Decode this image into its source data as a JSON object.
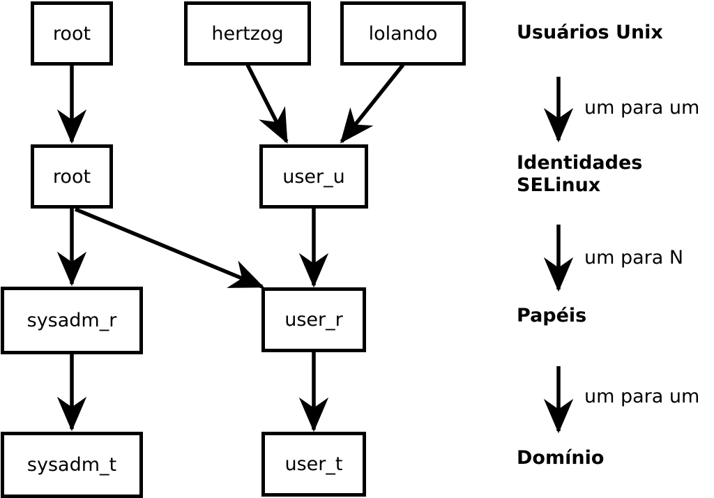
{
  "diagram": {
    "title": "SELinux user / role / domain mapping",
    "background_color": "#ffffff",
    "stroke_color": "#000000",
    "nodes": [
      {
        "id": "unix-root",
        "label": "root",
        "layer": "unix-users"
      },
      {
        "id": "unix-hertzog",
        "label": "hertzog",
        "layer": "unix-users"
      },
      {
        "id": "unix-lolando",
        "label": "lolando",
        "layer": "unix-users"
      },
      {
        "id": "id-root",
        "label": "root",
        "layer": "selinux-identities"
      },
      {
        "id": "id-user_u",
        "label": "user_u",
        "layer": "selinux-identities"
      },
      {
        "id": "role-sysadm",
        "label": "sysadm_r",
        "layer": "roles"
      },
      {
        "id": "role-user",
        "label": "user_r",
        "layer": "roles"
      },
      {
        "id": "dom-sysadm",
        "label": "sysadm_t",
        "layer": "domains"
      },
      {
        "id": "dom-user",
        "label": "user_t",
        "layer": "domains"
      }
    ],
    "edges": [
      {
        "from": "unix-root",
        "to": "id-root"
      },
      {
        "from": "unix-hertzog",
        "to": "id-user_u"
      },
      {
        "from": "unix-lolando",
        "to": "id-user_u"
      },
      {
        "from": "id-root",
        "to": "role-sysadm"
      },
      {
        "from": "id-root",
        "to": "role-user"
      },
      {
        "from": "id-user_u",
        "to": "role-user"
      },
      {
        "from": "role-sysadm",
        "to": "dom-sysadm"
      },
      {
        "from": "role-user",
        "to": "dom-user"
      }
    ]
  },
  "legend": {
    "terms": [
      {
        "id": "unix-users",
        "label": "Usuários Unix"
      },
      {
        "id": "selinux-identities",
        "label": "Identidades\nSELinux"
      },
      {
        "id": "roles",
        "label": "Papéis"
      },
      {
        "id": "domains",
        "label": "Domínio"
      }
    ],
    "relations": [
      {
        "id": "users-to-identities",
        "label": "um para um"
      },
      {
        "id": "identities-to-roles",
        "label": "um para N"
      },
      {
        "id": "roles-to-domains",
        "label": "um para um"
      }
    ]
  }
}
